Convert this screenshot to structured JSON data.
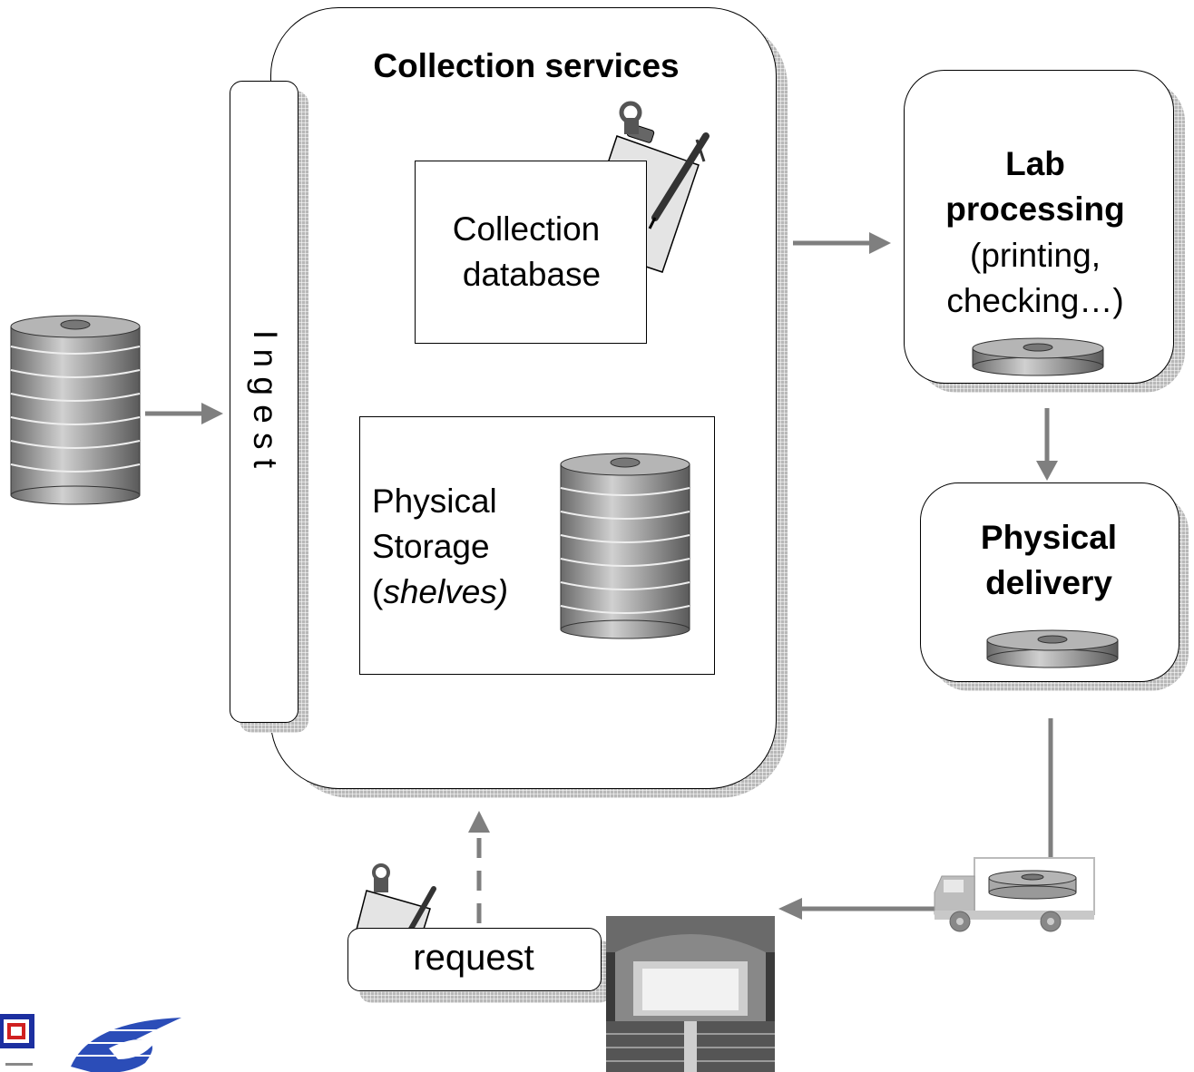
{
  "collection_services": {
    "title": "Collection services"
  },
  "ingest": {
    "label": "I n g e s t"
  },
  "collection_database": {
    "line1": "Collection",
    "line2": "database"
  },
  "physical_storage": {
    "line1": "Physical",
    "line2": "Storage",
    "line3_open": "(",
    "line3_italic": "shelves)"
  },
  "lab_processing": {
    "line1": "Lab",
    "line2": "processing",
    "line3": "(printing,",
    "line4": "checking…)"
  },
  "physical_delivery": {
    "line1": "Physical",
    "line2": "delivery"
  },
  "request": {
    "label": "request"
  },
  "colors": {
    "arrow": "#7f7f7f",
    "disk": "#a0a0a0",
    "shadow": "#b8b8b8"
  }
}
